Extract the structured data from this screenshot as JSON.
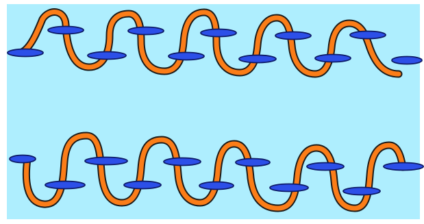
{
  "colors": {
    "frame": "#ffffff",
    "background": "#aeeefe",
    "coil": "#fb7d18",
    "coil_outline": "#1b1b1b",
    "disc": "#2c4fe8",
    "disc_outline": "#0d1a66"
  },
  "rows": [
    {
      "name": "top-helix",
      "turns": 5,
      "discs": 11
    },
    {
      "name": "bottom-helix",
      "turns": 5,
      "discs": 11
    }
  ]
}
